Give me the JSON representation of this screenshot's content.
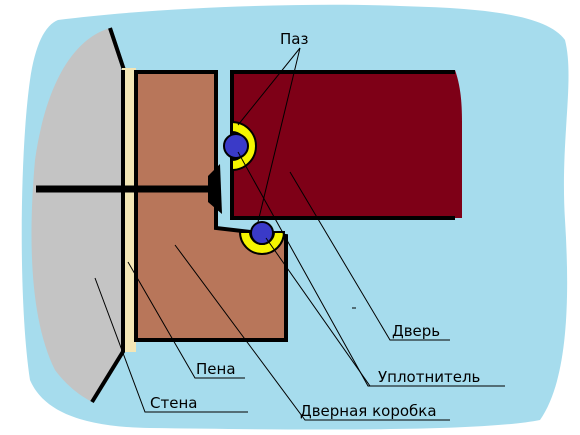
{
  "labels": {
    "groove": "Паз",
    "door": "Дверь",
    "seal": "Уплотнитель",
    "foam": "Пена",
    "wall": "Стена",
    "door_frame": "Дверная коробка"
  },
  "colors": {
    "background": "#ffffff",
    "air_gap": "#a6dced",
    "wall": "#c4c4c4",
    "foam": "#f3e6b6",
    "door_frame": "#b8765a",
    "door": "#7e0017",
    "seal_core": "#3a3ac8",
    "seal_ring": "#f5f500",
    "outline": "#000000"
  }
}
